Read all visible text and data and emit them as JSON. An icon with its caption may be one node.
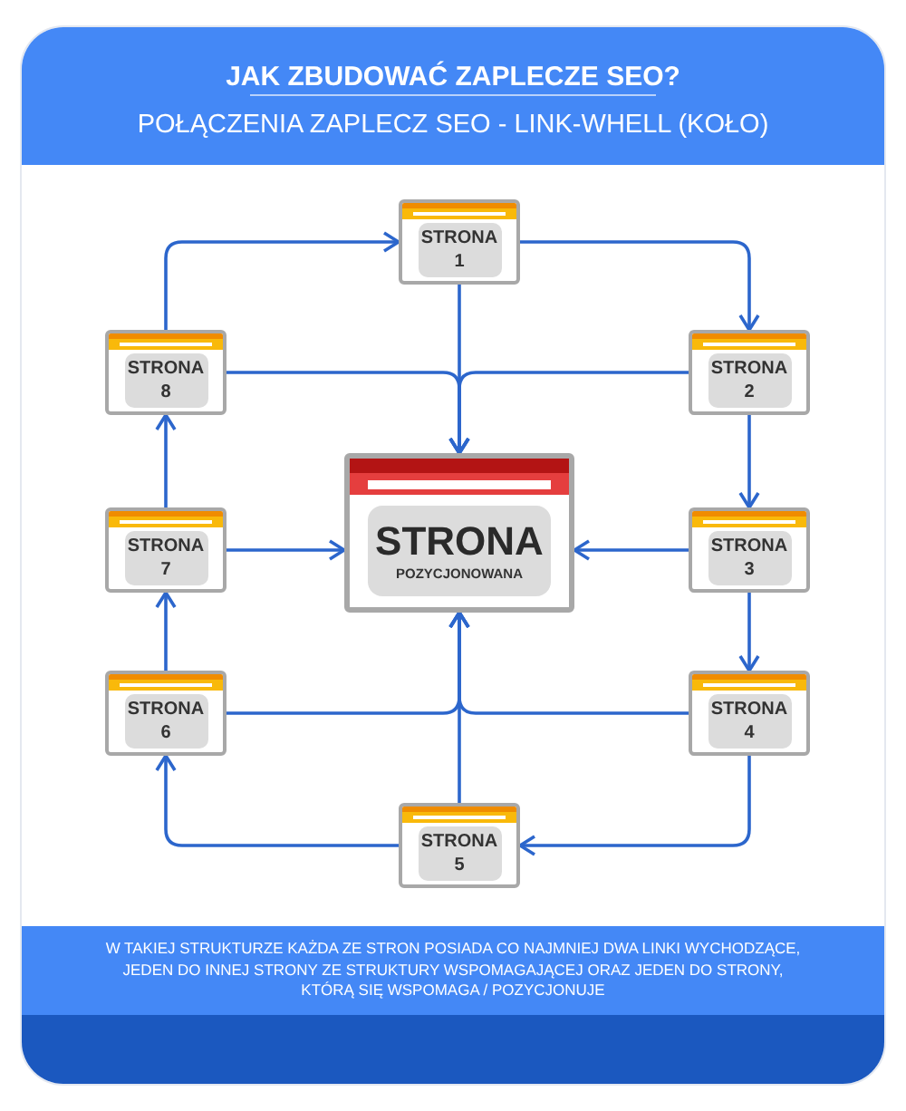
{
  "diagram": {
    "title": "JAK ZBUDOWAĆ ZAPLECZE SEO?",
    "caption": "W TAKIEJ STRUKTURZE KAŻDA ZE STRON POSIADA CO NAJMNIEJ DWA LINKI WYCHODZĄCE, JEDEN DO INNEJ STRONY ZE STRUKTURY WSPOMAGAJĄCEJ ORAZ JEDEN DO STRONY, KTÓRĄ SIĘ WSPOMAGA / POZYCJONUJE",
    "labels": [
      "POŁĄCZENIA ZAPLECZ SEO - LINK-WHELL (KOŁO)"
    ],
    "nodes": [
      {
        "text": [
          "STRONA 1"
        ]
      },
      {
        "text": [
          "STRONA 8"
        ]
      },
      {
        "text": [
          "STRONA 2"
        ]
      },
      {
        "text": [
          "STRONA",
          "POZYCJONOWANA"
        ]
      },
      {
        "text": [
          "STRONA 7"
        ]
      },
      {
        "text": [
          "STRONA 3"
        ]
      },
      {
        "text": [
          "STRONA 6"
        ]
      },
      {
        "text": [
          "STRONA 4"
        ]
      },
      {
        "text": [
          "STRONA 5"
        ]
      }
    ],
    "edges": [
      {
        "from": 0,
        "to": 2,
        "arrow": "to"
      },
      {
        "from": 2,
        "to": 5,
        "arrow": "to"
      },
      {
        "from": 5,
        "to": 7,
        "arrow": "to"
      },
      {
        "from": 7,
        "to": 8,
        "arrow": "to"
      },
      {
        "from": 8,
        "to": 6,
        "arrow": "to"
      },
      {
        "from": 6,
        "to": 4,
        "arrow": "to"
      },
      {
        "from": 4,
        "to": 1,
        "arrow": "to"
      },
      {
        "from": 1,
        "to": 0,
        "arrow": "to"
      },
      {
        "from": 0,
        "to": 3,
        "arrow": "to"
      },
      {
        "from": 1,
        "to": 3,
        "arrow": "to"
      },
      {
        "from": 2,
        "to": 3,
        "arrow": "to"
      },
      {
        "from": 4,
        "to": 3,
        "arrow": "to"
      },
      {
        "from": 5,
        "to": 3,
        "arrow": "to"
      },
      {
        "from": 6,
        "to": 3,
        "arrow": "to"
      },
      {
        "from": 7,
        "to": 3,
        "arrow": "to"
      },
      {
        "from": 8,
        "to": 3,
        "arrow": "to"
      }
    ]
  }
}
